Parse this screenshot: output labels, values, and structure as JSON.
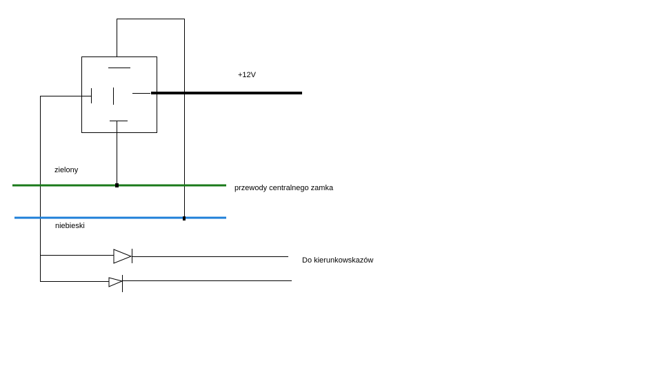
{
  "labels": {
    "supply": "+12V",
    "green_wire": "zielony",
    "blue_wire": "niebieski",
    "central_lock_wires": "przewody centralnego zamka",
    "to_turn_signals": "Do kierunkowskazów"
  },
  "colors": {
    "wire": "#000000",
    "green_wire": "#1a7a1a",
    "blue_wire": "#1e7fd8"
  }
}
